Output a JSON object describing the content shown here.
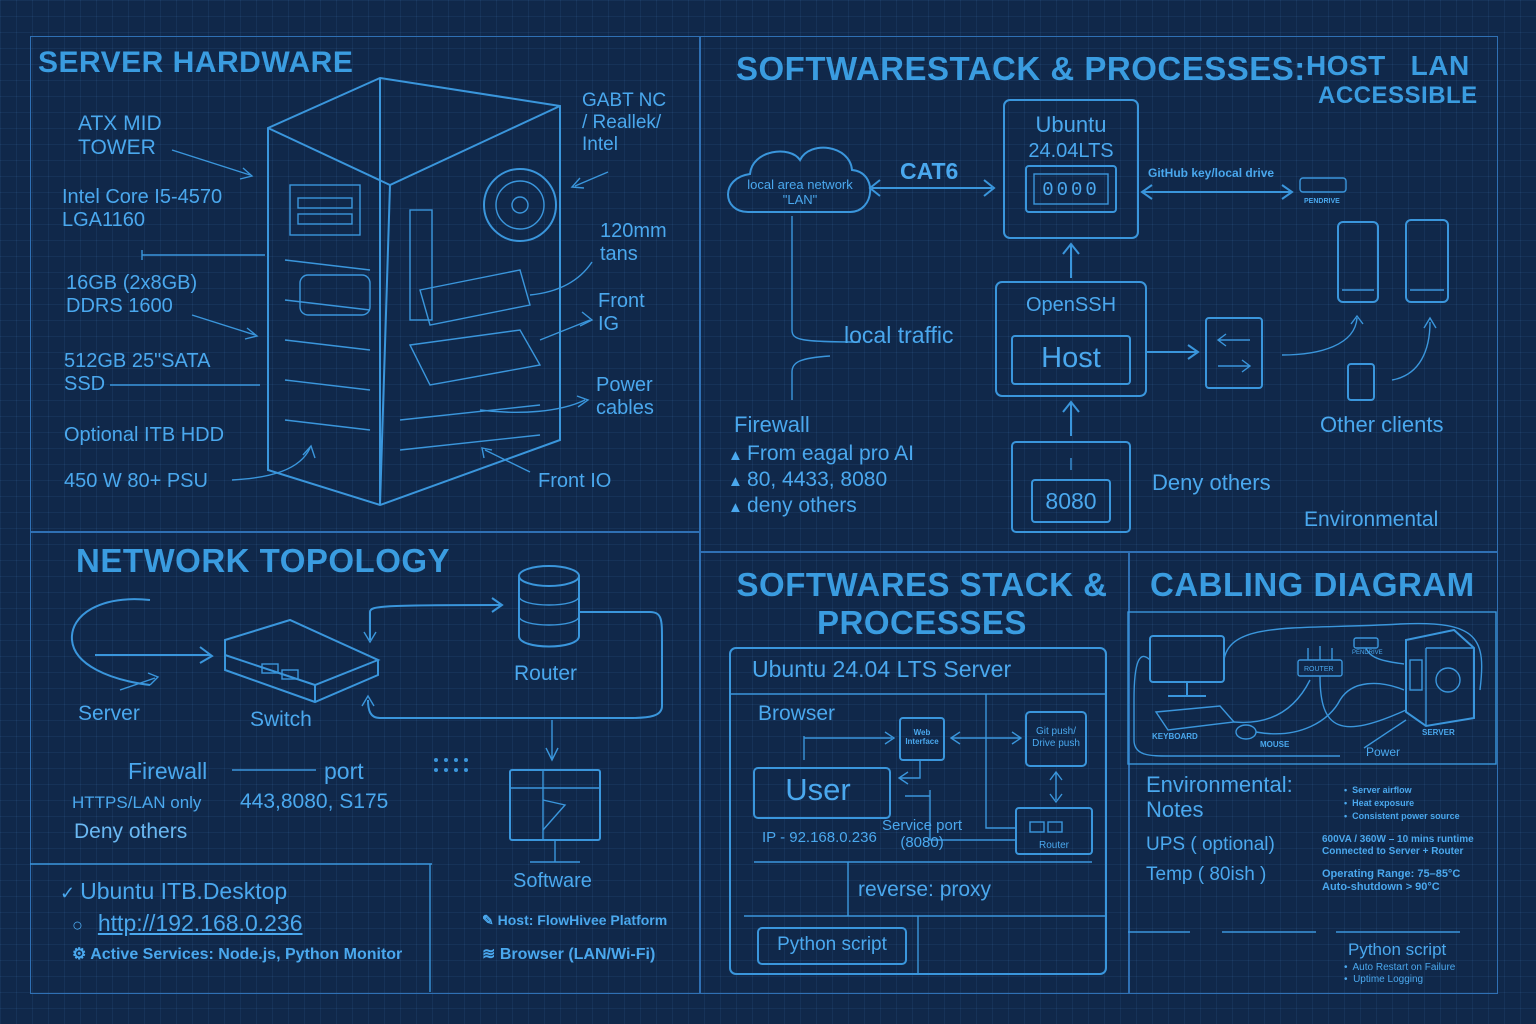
{
  "hardware": {
    "title": "SERVER HARDWARE",
    "case": "ATX MID\nTOWER",
    "cpu": "Intel Core I5-4570\nLGA1160",
    "ram": "16GB (2x8GB)\nDDRS 1600",
    "ssd": "512GB 25\"SATA\nSSD",
    "hdd": "Optional ITB HDD",
    "psu": "450 W 80+ PSU",
    "nic": "GABT NC\n/ Reallek/\nIntel",
    "fans": "120mm\ntans",
    "front_ig": "Front\nIG",
    "power_cables": "Power\ncables",
    "front_io": "Front IO"
  },
  "stack_top": {
    "title": "SOFTWARESTACK & PROCESSES:",
    "host_lan": "HOST   LAN",
    "accessible": "ACCESSIBLE",
    "cloud": "local area network\n\"LAN\"",
    "cat6": "CAT6",
    "ubuntu": "Ubuntu",
    "ubuntu_ver": "24.04LTS",
    "screen_code": "0000",
    "github": "GitHub key/local drive",
    "pendrive": "PENDRIVE",
    "local_traffic": "local traffic",
    "openssh": "OpenSSH",
    "host": "Host",
    "port_box": "8080",
    "firewall": "Firewall",
    "fw_items": [
      "From eagal pro AI",
      "80, 4433, 8080",
      "deny others"
    ],
    "deny_others": "Deny others",
    "other_clients": "Other clients",
    "environmental": "Environmental"
  },
  "network": {
    "title": "NETWORK TOPOLOGY",
    "server": "Server",
    "switch": "Switch",
    "router": "Router",
    "software": "Software",
    "firewall": "Firewall",
    "port": "port",
    "https": "HTTPS/LAN only",
    "ports": "443,8080, S175",
    "deny": "Deny others",
    "host_platform": "Host: FlowHivee Platform",
    "browser": "Browser (LAN/Wi-Fi)",
    "desktop": "Ubuntu ITB.Desktop",
    "url": "http://192.168.0.236",
    "services": "Active Services: Node.js, Python Monitor"
  },
  "stack_bottom": {
    "title": "SOFTWARES STACK &\nPROCESSES",
    "server": "Ubuntu 24.04 LTS Server",
    "browser": "Browser",
    "web": "Web\nInterface",
    "git": "Git push/\nDrive push",
    "user": "User",
    "ip": "IP - 92.168.0.236",
    "service_port": "Service port\n(8080)",
    "router": "Router",
    "reverse": "reverse: proxy",
    "python": "Python script"
  },
  "cabling": {
    "title": "CABLING DIAGRAM",
    "keyboard": "KEYBOARD",
    "mouse": "MOUSE",
    "router": "ROUTER",
    "pendrive": "PENDRIVE",
    "server": "SERVER",
    "power": "Power",
    "env_title": "Environmental:\nNotes",
    "env_notes": [
      "Server airflow",
      "Heat exposure",
      "Consistent power source"
    ],
    "ups": "UPS ( optional)",
    "ups_note": "600VA / 360W – 10 mins runtime\nConnected to Server + Router",
    "temp": "Temp ( 80ish )",
    "temp_note": "Operating Range: 75–85°C\nAuto-shutdown > 90°C",
    "python": "Python script",
    "python_notes": [
      "Auto Restart on Failure",
      "Uptime Logging"
    ]
  }
}
